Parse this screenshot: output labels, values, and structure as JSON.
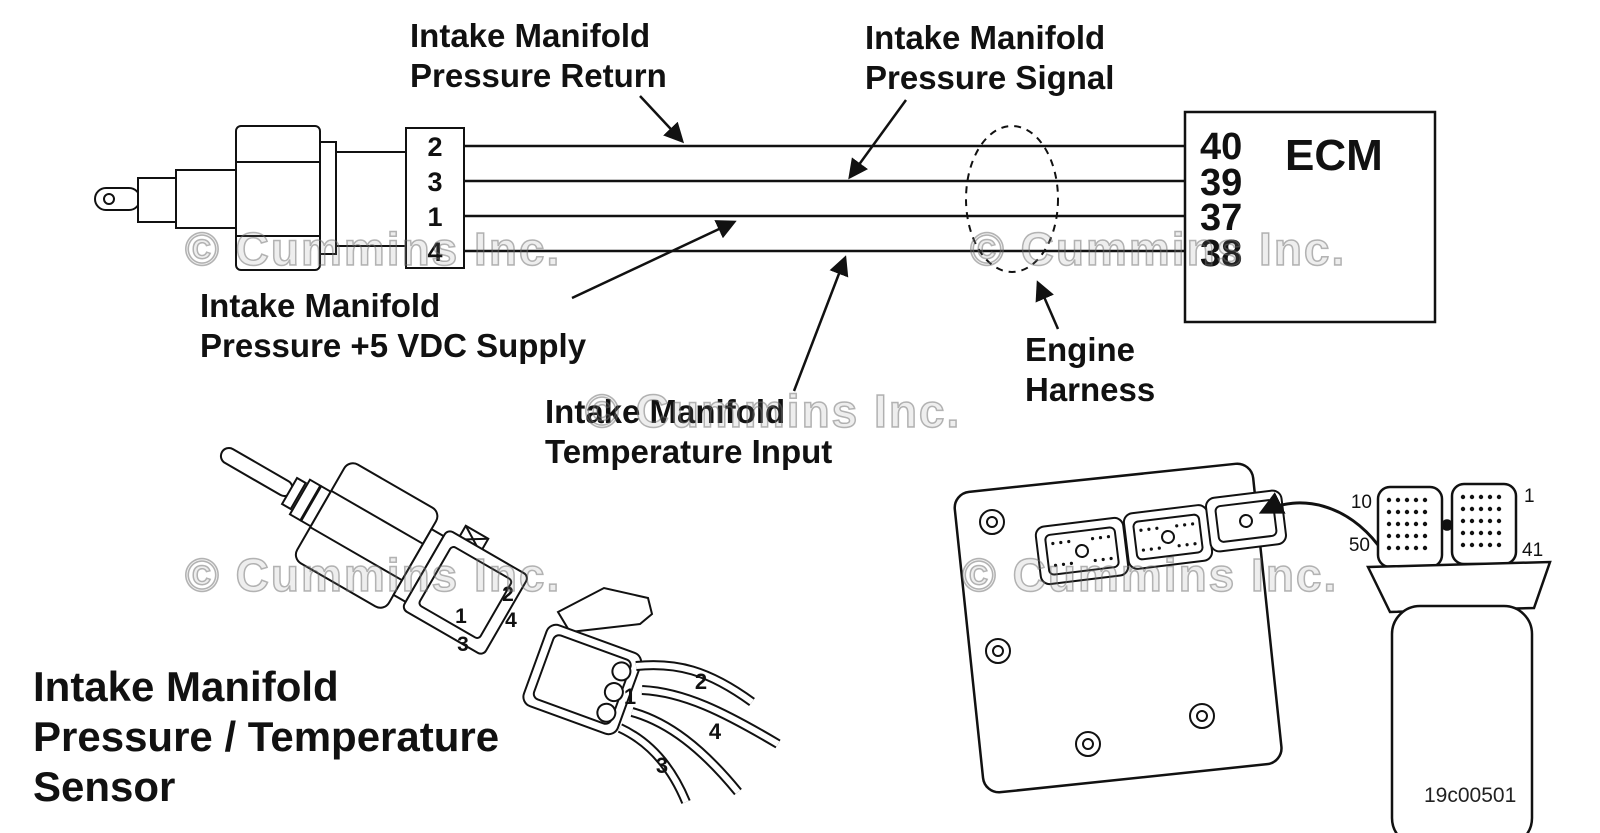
{
  "labels": {
    "pressure_return": {
      "line1": "Intake Manifold",
      "line2": "Pressure Return"
    },
    "pressure_signal": {
      "line1": "Intake Manifold",
      "line2": "Pressure Signal"
    },
    "vdc_supply": {
      "line1": "Intake Manifold",
      "line2": "Pressure +5 VDC Supply"
    },
    "temperature_input": {
      "line1": "Intake Manifold",
      "line2": "Temperature Input"
    },
    "engine_harness": {
      "line1": "Engine",
      "line2": "Harness"
    },
    "sensor_title": {
      "line1": "Intake Manifold",
      "line2": "Pressure / Temperature",
      "line3": "Sensor"
    }
  },
  "ecm": {
    "title": "ECM",
    "pins": [
      "40",
      "39",
      "37",
      "38"
    ]
  },
  "sensor_pin_box": {
    "pins": [
      "2",
      "3",
      "1",
      "4"
    ]
  },
  "sensor_connector": {
    "pins": [
      "2",
      "4",
      "1",
      "3"
    ]
  },
  "mating_connector": {
    "wire_labels": [
      "1",
      "2",
      "4",
      "3"
    ]
  },
  "ecm_connector_face": {
    "corner_labels": [
      "10",
      "1",
      "50",
      "41"
    ]
  },
  "watermark": {
    "text": "© Cummins Inc."
  },
  "figure_code": "19c00501"
}
